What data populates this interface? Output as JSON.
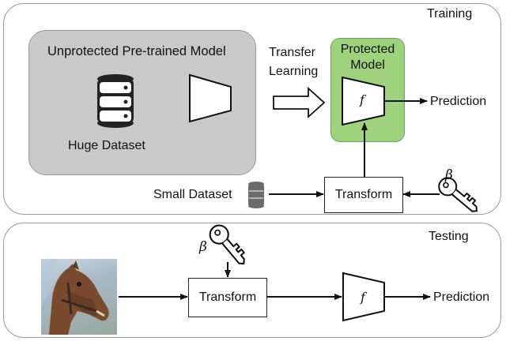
{
  "training": {
    "title": "Training",
    "pretrained_model_label": "Unprotected Pre-trained Model",
    "huge_dataset_label": "Huge Dataset",
    "transfer_learning_label": "Transfer Learning",
    "protected_model_label": "Protected Model",
    "model_function_symbol": "f",
    "prediction_label": "Prediction",
    "small_dataset_label": "Small Dataset",
    "transform_label": "Transform",
    "key_symbol": "β"
  },
  "testing": {
    "title": "Testing",
    "key_symbol": "β",
    "transform_label": "Transform",
    "model_function_symbol": "f",
    "prediction_label": "Prediction"
  },
  "colors": {
    "protected_model_fill": "#9ed27c",
    "pretrained_fill": "#c9c9c9"
  }
}
